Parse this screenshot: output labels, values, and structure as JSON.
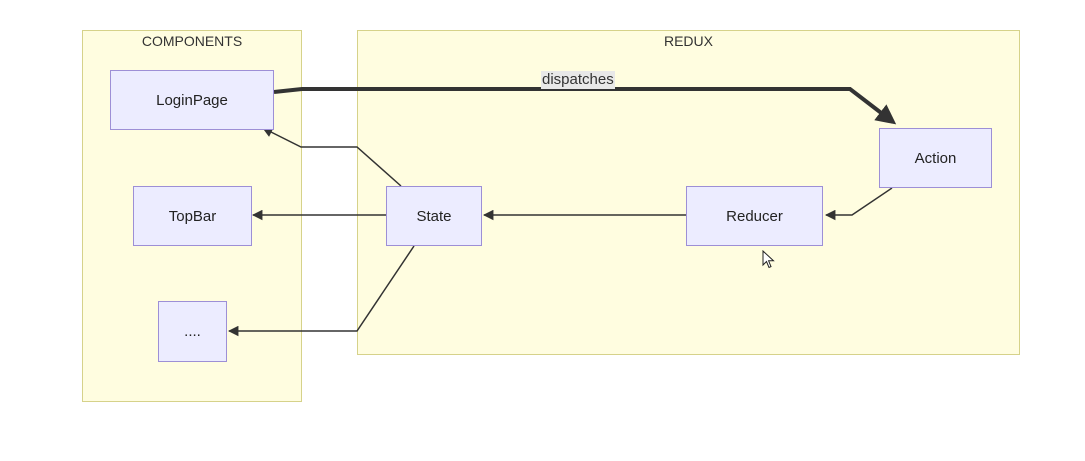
{
  "groups": {
    "components": "COMPONENTS",
    "redux": "REDUX"
  },
  "nodes": {
    "login_page": "LoginPage",
    "top_bar": "TopBar",
    "ellipsis": "....",
    "state": "State",
    "reducer": "Reducer",
    "action": "Action"
  },
  "edges": {
    "dispatches": "dispatches"
  },
  "colors": {
    "group_fill": "#fffde0",
    "group_border": "#d6d28a",
    "node_fill": "#ececff",
    "node_border": "#9d8fd6",
    "edge": "#333333"
  }
}
